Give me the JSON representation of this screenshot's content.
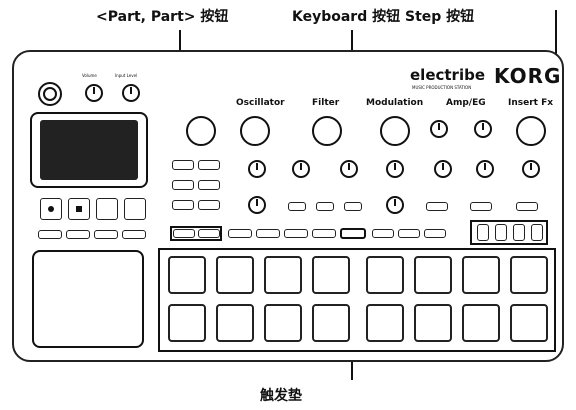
{
  "callouts": {
    "part_buttons": "<Part, Part> 按钮",
    "keyboard_step": "Keyboard 按钮 Step 按钮",
    "touch_pad": "触发垫"
  },
  "device": {
    "brand": "KORG",
    "product": "electribe",
    "product_sub": "MUSIC PRODUCTION STATION",
    "sections": {
      "oscillator": "Oscillator",
      "filter": "Filter",
      "modulation": "Modulation",
      "amp_eg": "Amp/EG",
      "insert_fx": "Insert Fx"
    },
    "top_knobs": [
      "",
      "Volume",
      "Input Level"
    ]
  },
  "colors": {
    "ink": "#111111",
    "background": "#ffffff"
  }
}
